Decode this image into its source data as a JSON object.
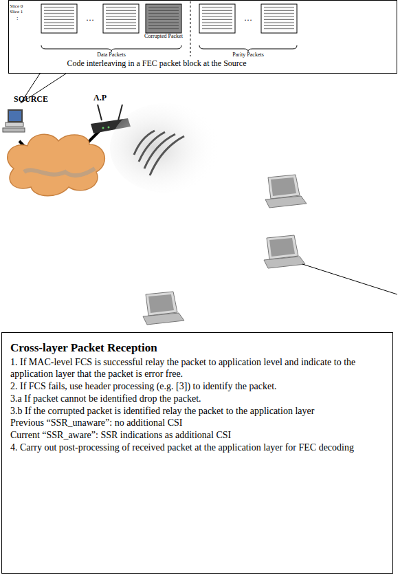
{
  "diagram": {
    "nodes": [
      {
        "text": [
          "Code interleaving in a FEC packet block at the Source"
        ]
      },
      {
        "text": [
          "Cross-layer Packet Reception",
          "1. If MAC-level FCS is successful relay the packet to application level and indicate to the application layer that the packet is error free.",
          "2. If FCS fails, use header processing (e.g. [3]) to identify the packet.",
          "3.a If packet cannot be identified drop the packet.",
          "3.b If the corrupted packet is identified relay the packet to the application layer",
          "Previous “SSR_unaware”: no additional CSI",
          "Current “SSR_aware”: SSR indications as additional CSI",
          "4. Carry out post-processing of received packet at the application layer for FEC decoding"
        ]
      }
    ],
    "labels": [
      "Slice 0",
      "Slice 1",
      ":",
      "…",
      "Corrupted Packet",
      "…",
      "Data Packets",
      "Parity Packets",
      "SOURCE",
      "A.P"
    ]
  }
}
